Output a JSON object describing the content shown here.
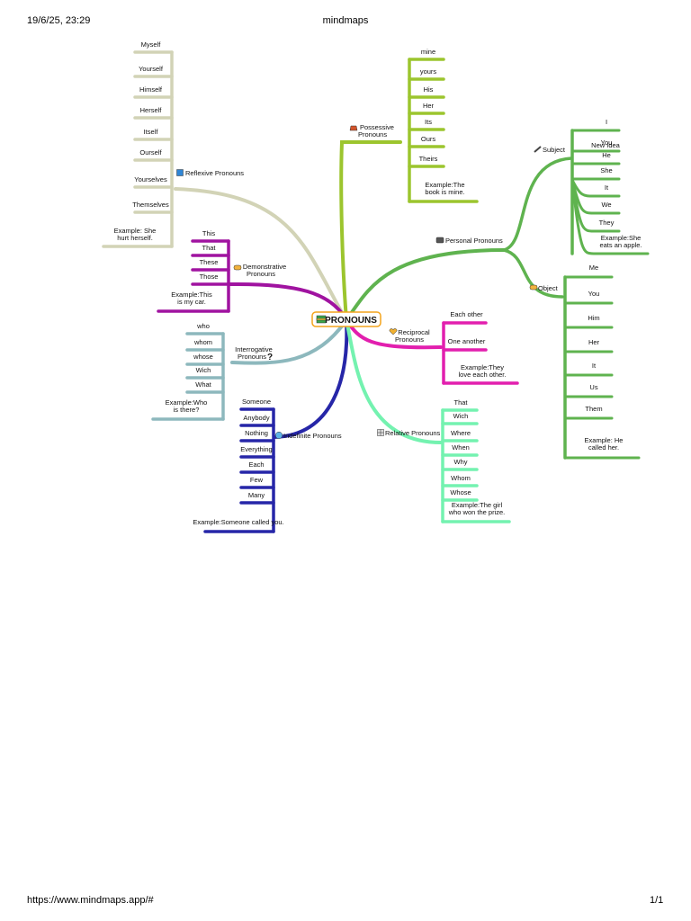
{
  "header": {
    "timestamp": "19/6/25, 23:29",
    "title": "mindmaps"
  },
  "footer": {
    "url": "https://www.mindmaps.app/#",
    "pages": "1/1"
  },
  "center": {
    "label": "PRONOUNS",
    "icon": "books-icon",
    "border": "#f4a41c"
  },
  "colors": {
    "reflexive": "#d2d3b6",
    "demonstrative": "#a013a0",
    "interrogative": "#8db8bd",
    "indefinite": "#2626a8",
    "possessive": "#9cc52e",
    "personal": "#5fb34f",
    "reciprocal": "#e21fae",
    "relative": "#74f2b0"
  },
  "branches": {
    "reflexive": {
      "label": "Reflexive Pronouns",
      "icon": "square-icon",
      "items": [
        "Myself",
        "Yourself",
        "Himself",
        "Herself",
        "Itself",
        "Ourself",
        "Yourselves",
        "Themselves",
        "Example: She hurt herself."
      ]
    },
    "demonstrative": {
      "label": "Demonstrative Pronouns",
      "icon": "pointing-hand-icon",
      "items": [
        "This",
        "That",
        "These",
        "Those",
        "Example:This is my car."
      ]
    },
    "interrogative": {
      "label": "Interrogative Pronouns",
      "icon": "question-icon",
      "items": [
        "who",
        "whom",
        "whose",
        "Wich",
        "What",
        "Example:Who is there?"
      ]
    },
    "indefinite": {
      "label": "Indefinite Pronouns",
      "icon": "globe-icon",
      "items": [
        "Someone",
        "Anybody",
        "Nothing",
        "Everything",
        "Each",
        "Few",
        "Many",
        "Example:Someone called you."
      ]
    },
    "possessive": {
      "label": "Possessive Pronouns",
      "icon": "bag-icon",
      "items": [
        "mine",
        "yours",
        "His",
        "Her",
        "Its",
        "Ours",
        "Theirs",
        "Example:The book is mine."
      ]
    },
    "personal": {
      "label": "Personal Pronouns",
      "icon": "person-icon",
      "subject": {
        "label": "Subject",
        "icon": "pen-icon",
        "items": [
          "I",
          "You",
          "He",
          "She",
          "It",
          "We",
          "They",
          "Example:She eats an apple."
        ],
        "extra": "New Idea"
      },
      "object": {
        "label": "Object",
        "icon": "hand-icon",
        "items": [
          "Me",
          "You",
          "Him",
          "Her",
          "It",
          "Us",
          "Them",
          "Example: He called her."
        ]
      }
    },
    "reciprocal": {
      "label": "Reciprocal Pronouns",
      "icon": "heart-icon",
      "items": [
        "Each other",
        "One another",
        "Example:They love each other."
      ]
    },
    "relative": {
      "label": "Relative Pronouns",
      "icon": "grid-icon",
      "items": [
        "That",
        "Wich",
        "Where",
        "When",
        "Why",
        "Whom",
        "Whose",
        "Example:The girl who won the prize."
      ]
    }
  }
}
